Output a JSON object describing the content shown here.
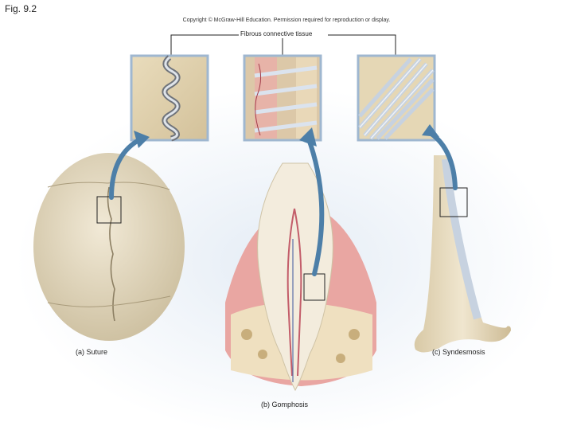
{
  "figure": {
    "label": "Fig. 9.2",
    "copyright": "Copyright © McGraw-Hill Education. Permission required for reproduction or display.",
    "callout": "Fibrous connective tissue"
  },
  "captions": {
    "suture": "(a) Suture",
    "gomphosis": "(b) Gomphosis",
    "syndesmosis": "(c) Syndesmosis"
  },
  "colors": {
    "bone": "#e7dcc5",
    "bone_shadow": "#cdbf9f",
    "fiber": "#c9d4e2",
    "gum": "#e8a4a0",
    "arrow": "#4d7fa8",
    "inset_border": "#9fb7d0",
    "background_glow": "#dfe8f2"
  }
}
